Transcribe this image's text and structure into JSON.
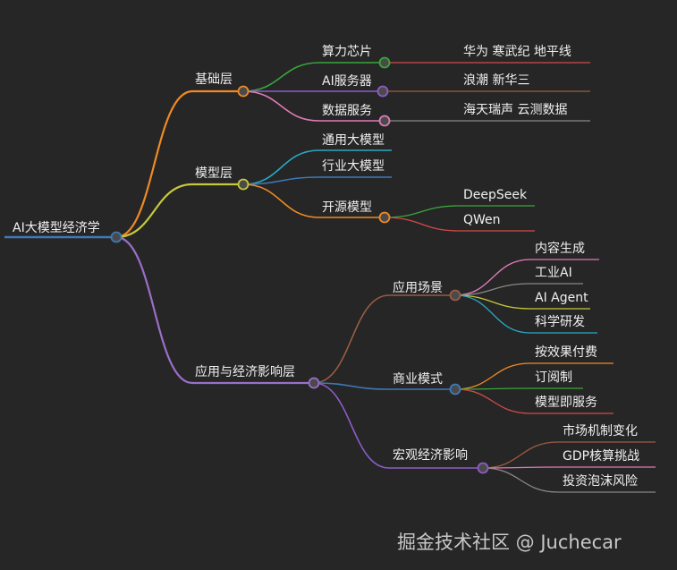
{
  "root": "AI大模型经济学",
  "branches": [
    {
      "label": "基础层",
      "children": [
        {
          "label": "算力芯片",
          "children": [
            "华为 寒武纪 地平线"
          ]
        },
        {
          "label": "AI服务器",
          "children": [
            "浪潮 新华三"
          ]
        },
        {
          "label": "数据服务",
          "children": [
            "海天瑞声 云测数据"
          ]
        }
      ]
    },
    {
      "label": "模型层",
      "children": [
        {
          "label": "通用大模型",
          "children": []
        },
        {
          "label": "行业大模型",
          "children": []
        },
        {
          "label": "开源模型",
          "children": [
            "DeepSeek",
            "QWen"
          ]
        }
      ]
    },
    {
      "label": "应用与经济影响层",
      "children": [
        {
          "label": "应用场景",
          "children": [
            "内容生成",
            "工业AI",
            "AI Agent",
            "科学研发"
          ]
        },
        {
          "label": "商业模式",
          "children": [
            "按效果付费",
            "订阅制",
            "模型即服务"
          ]
        },
        {
          "label": "宏观经济影响",
          "children": [
            "市场机制变化",
            "GDP核算挑战",
            "投资泡沫风险"
          ]
        }
      ]
    }
  ],
  "colors": {
    "background": "#262626",
    "root": "#3d7ab8",
    "foundation": "#f08a24",
    "model": "#c7c93c",
    "application": "#9b6fc9"
  },
  "watermark": "掘金技术社区 @ Juchecar"
}
